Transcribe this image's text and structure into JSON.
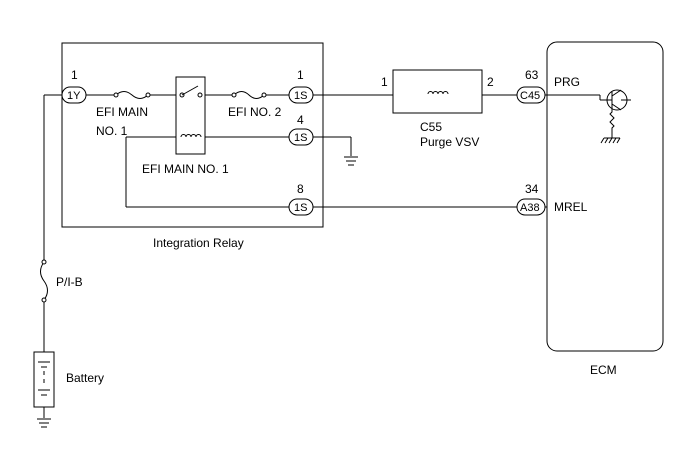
{
  "relay": {
    "name": "Integration Relay",
    "pin_1y_num": "1",
    "pin_1y_code": "1Y",
    "pin_1s_top_num": "1",
    "pin_1s_top_code": "1S",
    "pin_1s_mid_num": "4",
    "pin_1s_mid_code": "1S",
    "pin_1s_bot_num": "8",
    "pin_1s_bot_code": "1S",
    "fuse_efi_main": "EFI MAIN",
    "fuse_efi_main_cont": "NO. 1",
    "fuse_efi_no2": "EFI NO. 2",
    "relay_efi_main_no1": "EFI MAIN NO. 1"
  },
  "vsv": {
    "code": "C55",
    "name": "Purge VSV",
    "pin_left": "1",
    "pin_right": "2"
  },
  "ecm": {
    "name": "ECM",
    "prg_pin_num": "63",
    "prg_conn": "C45",
    "prg_label": "PRG",
    "mrel_pin_num": "34",
    "mrel_conn": "A38",
    "mrel_label": "MREL"
  },
  "pib_label": "P/I-B",
  "battery_label": "Battery"
}
